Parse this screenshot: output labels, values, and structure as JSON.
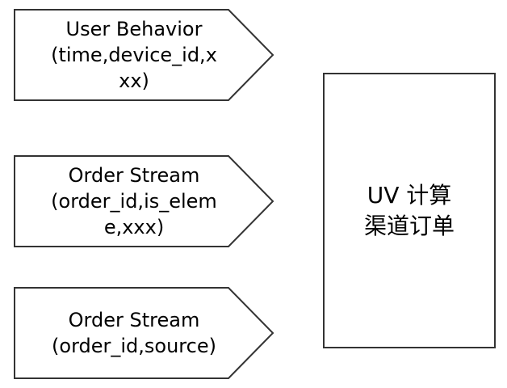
{
  "diagram": {
    "inputs": [
      {
        "lines": [
          "User Behavior",
          "(time,device_id,x",
          "xx)"
        ]
      },
      {
        "lines": [
          "Order Stream",
          "(order_id,is_elem",
          "e,xxx)"
        ]
      },
      {
        "lines": [
          "Order Stream",
          "(order_id,source)"
        ]
      }
    ],
    "target": {
      "lines": [
        "UV 计算",
        "渠道订单"
      ]
    },
    "colors": {
      "stroke": "#333333",
      "fill": "#ffffff",
      "text": "#000000"
    }
  }
}
